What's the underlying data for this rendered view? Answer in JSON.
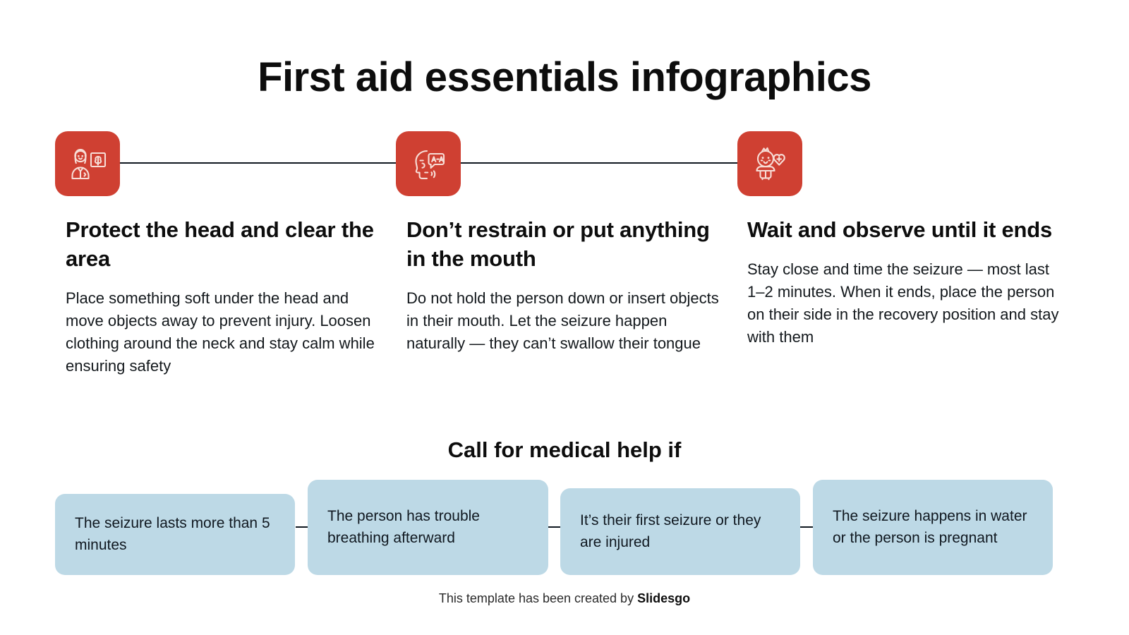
{
  "title": "First aid essentials infographics",
  "theme": {
    "accent_red": "#cf4032",
    "box_blue": "#bdd9e6",
    "line_dark": "#101820",
    "text_dark": "#0d0d0d",
    "background": "#ffffff"
  },
  "timeline": {
    "steps": [
      {
        "icon": "doctor-brain-scan-icon"
      },
      {
        "icon": "head-speech-bubble-icon"
      },
      {
        "icon": "baby-heart-cross-icon"
      }
    ]
  },
  "columns": [
    {
      "heading": "Protect the head and clear the area",
      "body": "Place something soft under the head and move objects away to prevent injury. Loosen clothing around the neck and stay calm while ensuring safety"
    },
    {
      "heading": "Don’t restrain or put anything in the mouth",
      "body": "Do not hold the person down or insert objects in their mouth. Let the seizure happen naturally — they can’t swallow their tongue"
    },
    {
      "heading": "Wait and observe until it ends",
      "body": "Stay close and time the seizure — most last 1–2 minutes. When it ends, place the person on their side in the recovery position and stay with them"
    }
  ],
  "help_section": {
    "heading": "Call for medical help if",
    "boxes": [
      {
        "text": "The seizure lasts more than 5 minutes"
      },
      {
        "text": "The person has trouble breathing afterward"
      },
      {
        "text": "It’s their first seizure or they are injured"
      },
      {
        "text": "The seizure happens in water or the person is pregnant"
      }
    ]
  },
  "footer": {
    "prefix": "This template has been created by ",
    "brand": "Slidesgo"
  }
}
